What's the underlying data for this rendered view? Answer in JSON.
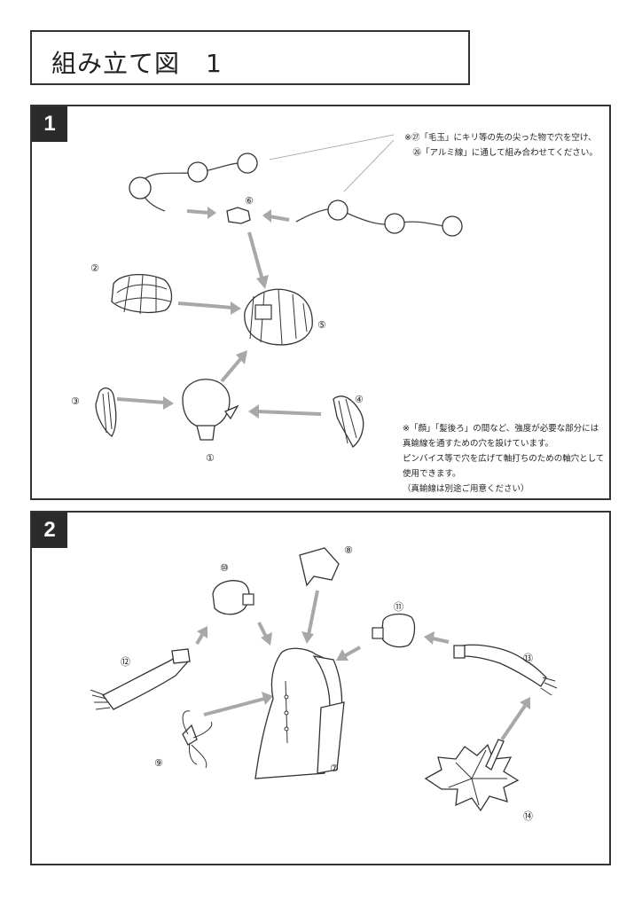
{
  "title": "組み立て図　1",
  "step1": {
    "badge": "1",
    "note_top": [
      "※㉗「毛玉」にキリ等の先の尖った物で穴を空け、",
      "　㉖「アルミ線」に通して組み合わせてください。"
    ],
    "note_bottom": [
      "※「顔」「髪後ろ」の間など、強度が必要な部分には",
      "真鍮線を通すための穴を設けています。",
      "ピンバイス等で穴を広げて軸打ちのための軸穴として",
      "使用できます。",
      "（真鍮線は別途ご用意ください）"
    ],
    "labels": {
      "p1": "①",
      "p2": "②",
      "p3": "③",
      "p4": "④",
      "p5": "⑤",
      "p6": "⑥"
    }
  },
  "step2": {
    "badge": "2",
    "labels": {
      "p7": "⑦",
      "p8": "⑧",
      "p9": "⑨",
      "p10": "⑩",
      "p11": "⑪",
      "p12": "⑫",
      "p13": "⑬",
      "p14": "⑭"
    }
  },
  "colors": {
    "arrow": "#a8a8a8",
    "outline": "#333333",
    "badge": "#2b2b2b"
  }
}
